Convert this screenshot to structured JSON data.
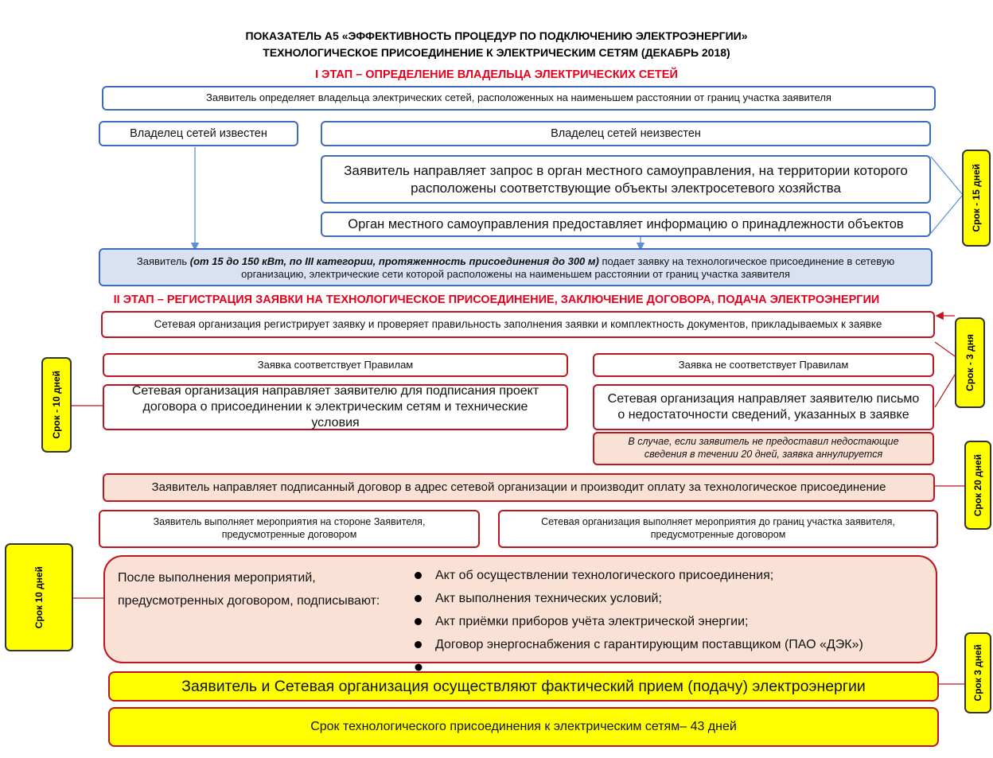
{
  "header": {
    "title_line1": "ПОКАЗАТЕЛЬ А5 «ЭФФЕКТИВНОСТЬ ПРОЦЕДУР ПО ПОДКЛЮЧЕНИЮ ЭЛЕКТРОЭНЕРГИИ»",
    "title_line2": "ТЕХНОЛОГИЧЕСКОЕ ПРИСОЕДИНЕНИЕ К ЭЛЕКТРИЧЕСКИМ СЕТЯМ (ДЕКАБРЬ 2018)"
  },
  "stage1": {
    "heading": "I ЭТАП – ОПРЕДЕЛЕНИЕ ВЛАДЕЛЬЦА ЭЛЕКТРИЧЕСКИХ СЕТЕЙ",
    "determine_owner": "Заявитель определяет владельца электрических сетей, расположенных на наименьшем расстоянии от границ участка заявителя",
    "owner_known": "Владелец сетей известен",
    "owner_unknown": "Владелец сетей неизвестен",
    "request_local_gov": "Заявитель направляет запрос в орган местного самоуправления, на территории которого расположены соответствующие объекты электросетевого хозяйства",
    "local_gov_info": "Орган местного самоуправления предоставляет информацию о принадлежности объектов",
    "application_prefix": "Заявитель ",
    "application_bold": "(от 15 до 150 кВт, по III категории, протяженность присоединения до 300 м)",
    "application_suffix": " подает заявку на технологическое присоединение в сетевую организацию, электрические сети которой расположены на наименьшем расстоянии от границ участка заявителя",
    "deadline": "Срок - 15 дней"
  },
  "stage2": {
    "heading": "II ЭТАП – РЕГИСТРАЦИЯ ЗАЯВКИ НА ТЕХНОЛОГИЧЕСКОЕ ПРИСОЕДИНЕНИЕ, ЗАКЛЮЧЕНИЕ ДОГОВОРА, ПОДАЧА ЭЛЕКТРОЭНЕРГИИ",
    "register": "Сетевая организация регистрирует заявку и проверяет правильность заполнения заявки и комплектность документов, прикладываемых к заявке",
    "complies": "Заявка соответствует Правилам",
    "not_complies": "Заявка не соответствует Правилам",
    "send_contract": "Сетевая организация направляет заявителю для подписания проект договора о присоединении к электрическим сетям и технические условия",
    "send_letter": "Сетевая организация направляет заявителю письмо о недостаточности сведений, указанных в заявке",
    "annul_note": "В случае, если заявитель не предоставил недостающие сведения в течении 20 дней, заявка аннулируется",
    "signed_contract": "Заявитель направляет подписанный договор в адрес сетевой организации и производит оплату за технологическое присоединение",
    "applicant_activities": "Заявитель выполняет мероприятия на стороне Заявителя, предусмотренные договором",
    "network_activities": "Сетевая организация выполняет мероприятия до границ участка заявителя, предусмотренные договором",
    "after_line1": "После выполнения мероприятий,",
    "after_line2": "предусмотренных договором, подписывают:",
    "acts": [
      "Акт об осуществлении технологического присоединения;",
      "Акт выполнения технических условий;",
      "Акт приёмки приборов учёта электрической энергии;",
      "Договор энергоснабжения с гарантирующим поставщиком (ПАО «ДЭК»)"
    ],
    "actual_supply": "Заявитель и Сетевая организация осуществляют фактический прием (подачу) электроэнергии",
    "total": "Срок  технологического присоединения к электрическим сетям– 43 дней"
  },
  "deadlines": {
    "d3": "Срок - 3 дня",
    "d10a": "Срок - 10 дней",
    "d20": "Срок 20 дней",
    "d10b": "Срок 10 дней",
    "d3b": "Срок 3 дней"
  }
}
